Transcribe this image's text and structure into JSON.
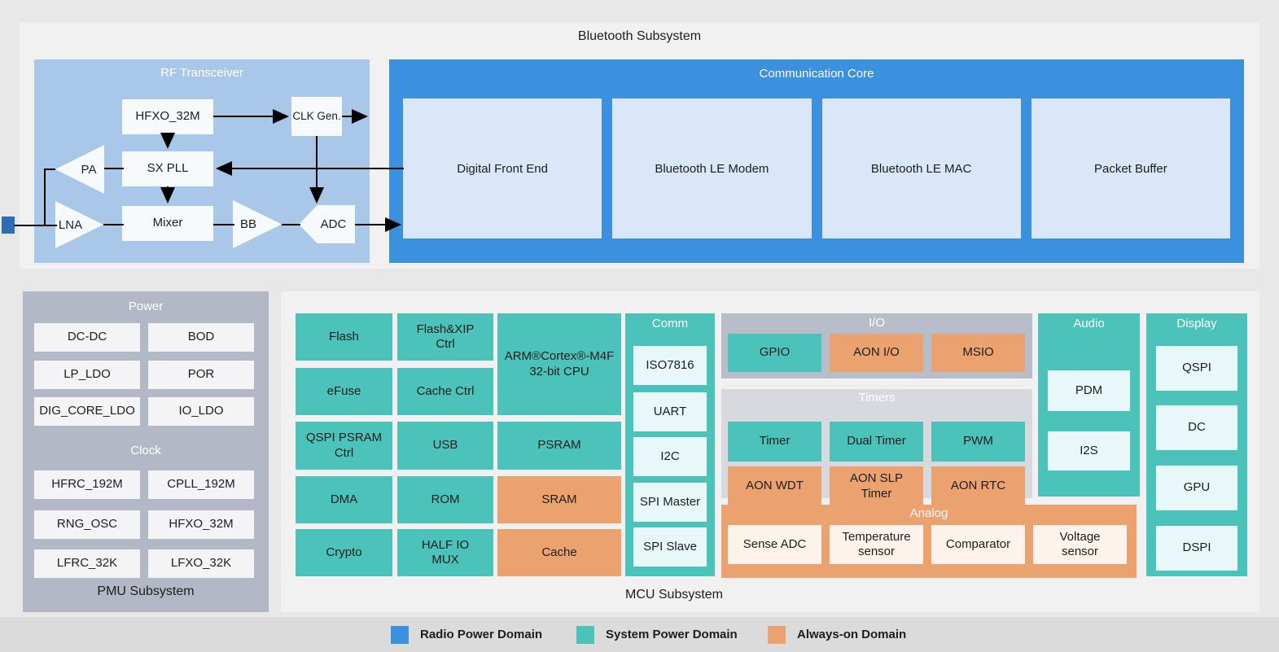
{
  "bluetooth": {
    "title": "Bluetooth Subsystem",
    "rf": {
      "title": "RF Transceiver",
      "blocks": {
        "hfxo": "HFXO_32M",
        "clkgen": "CLK Gen.",
        "sxpll": "SX PLL",
        "mixer": "Mixer",
        "pa": "PA",
        "lna": "LNA",
        "bb": "BB",
        "adc": "ADC"
      }
    },
    "core": {
      "title": "Communication Core",
      "blocks": [
        "Digital Front End",
        "Bluetooth LE Modem",
        "Bluetooth LE MAC",
        "Packet Buffer"
      ]
    }
  },
  "pmu": {
    "title": "PMU Subsystem",
    "power": {
      "title": "Power",
      "items": [
        "DC-DC",
        "BOD",
        "LP_LDO",
        "POR",
        "DIG_CORE_LDO",
        "IO_LDO"
      ]
    },
    "clock": {
      "title": "Clock",
      "items": [
        "HFRC_192M",
        "CPLL_192M",
        "RNG_OSC",
        "HFXO_32M",
        "LFRC_32K",
        "LFXO_32K"
      ]
    }
  },
  "mcu": {
    "title": "MCU Subsystem",
    "grid": {
      "flash": "Flash",
      "flashxip": "Flash&XIP Ctrl",
      "cpu_line1": "ARM®Cortex®-M4F",
      "cpu_line2": "32-bit CPU",
      "efuse": "eFuse",
      "cachectrl": "Cache Ctrl",
      "qspipsram": "QSPI PSRAM Ctrl",
      "usb": "USB",
      "psram": "PSRAM",
      "dma": "DMA",
      "rom": "ROM",
      "sram": "SRAM",
      "crypto": "Crypto",
      "halfio": "HALF IO MUX",
      "cache": "Cache"
    },
    "comm": {
      "title": "Comm",
      "items": [
        "ISO7816",
        "UART",
        "I2C",
        "SPI Master",
        "SPI Slave"
      ]
    },
    "io": {
      "title": "I/O",
      "items": [
        "GPIO",
        "AON I/O",
        "MSIO"
      ]
    },
    "timers": {
      "title": "Timers",
      "row1": [
        "Timer",
        "Dual Timer",
        "PWM"
      ],
      "row2": [
        "AON WDT",
        "AON SLP Timer",
        "AON RTC"
      ]
    },
    "analog": {
      "title": "Analog",
      "items": [
        "Sense ADC",
        "Temperature sensor",
        "Comparator",
        "Voltage sensor"
      ]
    },
    "audio": {
      "title": "Audio",
      "items": [
        "PDM",
        "I2S"
      ]
    },
    "display": {
      "title": "Display",
      "items": [
        "QSPI",
        "DC",
        "GPU",
        "DSPI"
      ]
    }
  },
  "legend": {
    "items": [
      {
        "label": "Radio Power Domain",
        "color": "#3b91e0"
      },
      {
        "label": "System Power Domain",
        "color": "#4cc3ba"
      },
      {
        "label": "Always-on Domain",
        "color": "#eca26f"
      }
    ]
  }
}
